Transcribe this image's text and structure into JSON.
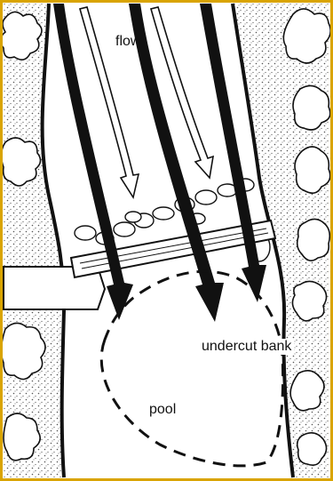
{
  "diagram": {
    "labels": {
      "flow": "flow",
      "undercut_bank": "undercut bank",
      "pool": "pool"
    },
    "colors": {
      "frame": "#d9a400",
      "ink": "#111111",
      "stipple": "#555555",
      "background": "#ffffff"
    },
    "icons": [
      "flow-arrow",
      "log-icon",
      "rock-icon",
      "shrub-icon"
    ]
  }
}
